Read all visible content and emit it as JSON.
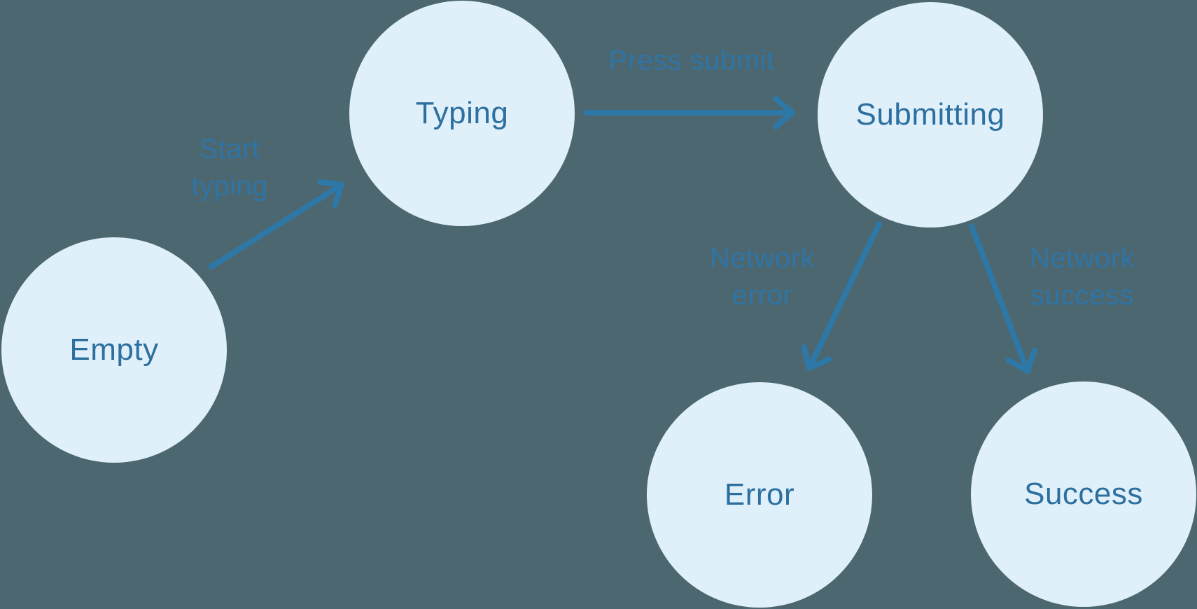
{
  "diagram": {
    "type": "state-machine-flowchart",
    "colors": {
      "background": "#4C6770",
      "node_fill": "#DFF0FB",
      "node_text": "#2D6F9E",
      "arrow": "#2E78A8",
      "edge_label_text": "#2F74A4"
    },
    "nodes": [
      {
        "id": "empty",
        "label": "Empty"
      },
      {
        "id": "typing",
        "label": "Typing"
      },
      {
        "id": "submitting",
        "label": "Submitting"
      },
      {
        "id": "error",
        "label": "Error"
      },
      {
        "id": "success",
        "label": "Success"
      }
    ],
    "edges": [
      {
        "from": "empty",
        "to": "typing",
        "label": "Start typing",
        "label_lines": [
          "Start",
          "typing"
        ]
      },
      {
        "from": "typing",
        "to": "submitting",
        "label": "Press submit",
        "label_lines": [
          "Press submit"
        ]
      },
      {
        "from": "submitting",
        "to": "error",
        "label": "Network error",
        "label_lines": [
          "Network",
          "error"
        ]
      },
      {
        "from": "submitting",
        "to": "success",
        "label": "Network success",
        "label_lines": [
          "Network",
          "success"
        ]
      }
    ]
  }
}
